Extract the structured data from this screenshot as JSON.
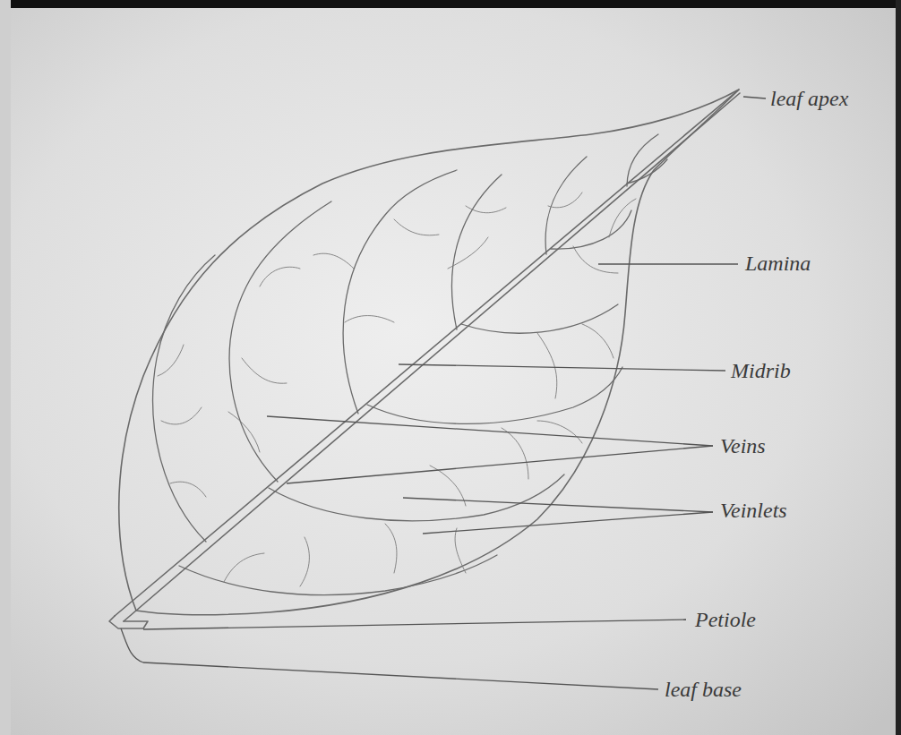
{
  "diagram": {
    "labels": [
      "leaf apex",
      "Lamina",
      "Midrib",
      "Veins",
      "Veinlets",
      "Petiole",
      "leaf base"
    ]
  }
}
